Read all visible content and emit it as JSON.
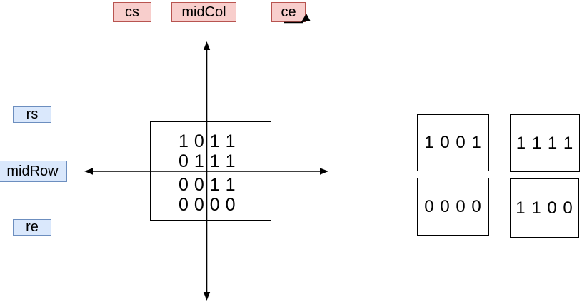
{
  "diagram_type": "matrix-quadrant-decomposition",
  "column_labels": {
    "cs": "cs",
    "midCol": "midCol",
    "ce": "ce"
  },
  "row_labels": {
    "rs": "rs",
    "midRow": "midRow",
    "re": "re"
  },
  "matrix": {
    "rows": [
      "1 0 1 1",
      "0 1 1 1",
      "0 0 1 1",
      "0 0 0 0"
    ]
  },
  "quadrants": {
    "top_left": "1 0 0 1",
    "top_right": "1 1 1 1",
    "bottom_left": "0 0 0 0",
    "bottom_right": "1 1 0 0"
  },
  "colors": {
    "column_label_fill": "#f8cecc",
    "column_label_stroke": "#b85450",
    "row_label_fill": "#dae8fc",
    "row_label_stroke": "#6c8ebf",
    "line": "#000000",
    "background": "#ffffff"
  }
}
